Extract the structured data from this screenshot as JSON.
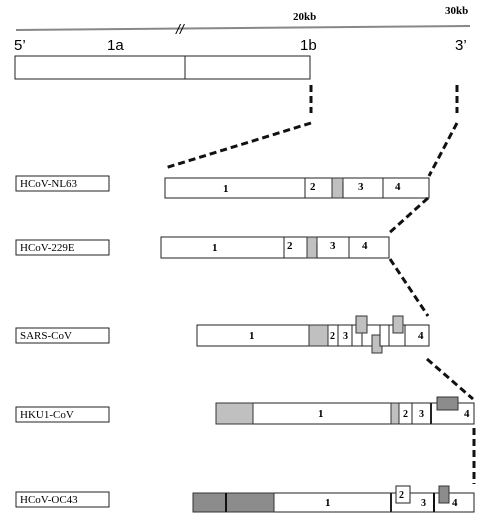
{
  "axis": {
    "label_5prime": "5’",
    "label_1a": "1a",
    "label_1b": "1b",
    "label_3prime": "3’",
    "label_20kb": "20kb",
    "label_30kb": "30kb",
    "break_mark": "//"
  },
  "viruses": [
    {
      "name": "HCoV-NL63",
      "segments": [
        "1",
        "2",
        "3",
        "4"
      ]
    },
    {
      "name": "HCoV-229E",
      "segments": [
        "1",
        "2",
        "3",
        "4"
      ]
    },
    {
      "name": "SARS-CoV",
      "segments": [
        "1",
        "2",
        "3",
        "4"
      ]
    },
    {
      "name": "HKU1-CoV",
      "segments": [
        "1",
        "2",
        "3",
        "4"
      ]
    },
    {
      "name": "HCoV-OC43",
      "segments": [
        "1",
        "2",
        "3",
        "4"
      ]
    }
  ]
}
